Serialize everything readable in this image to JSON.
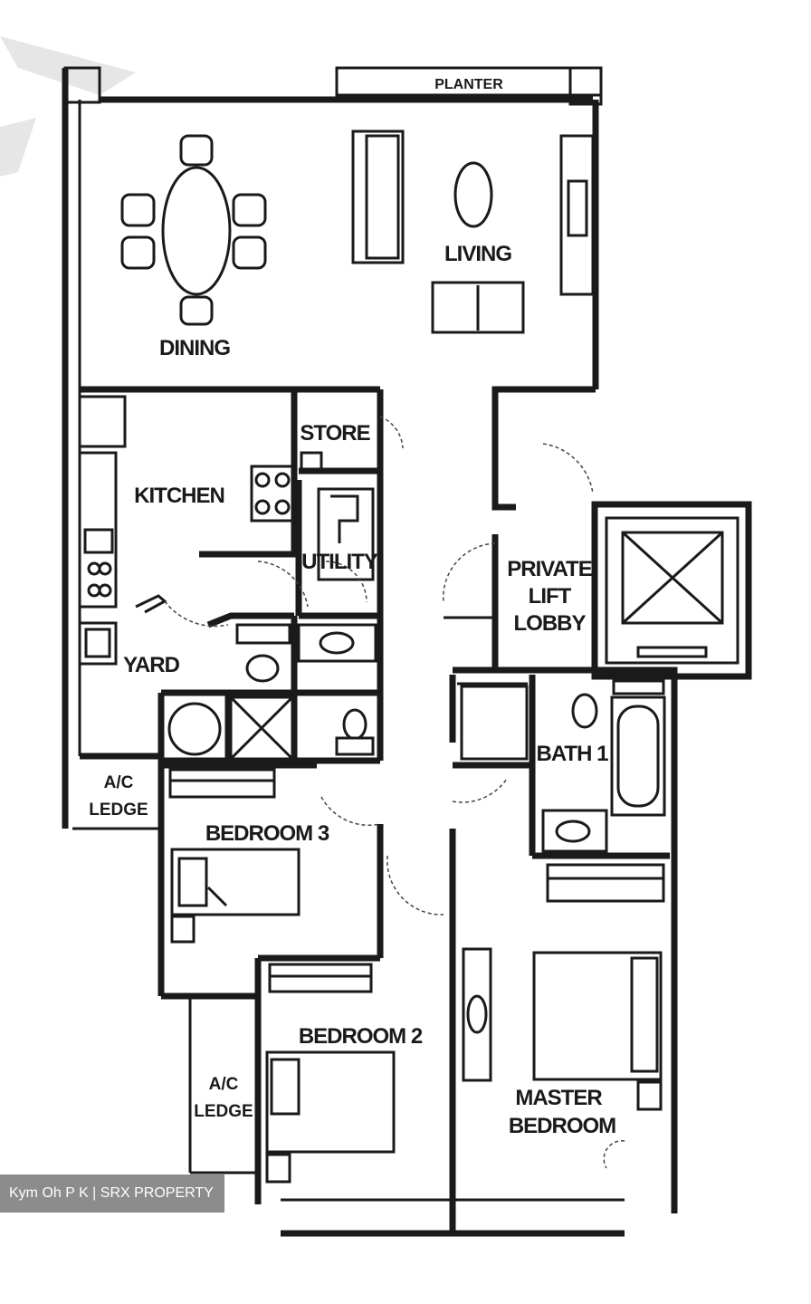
{
  "labels": {
    "planter": "PLANTER",
    "dining": "DINING",
    "living": "LIVING",
    "kitchen": "KITCHEN",
    "store": "STORE",
    "utility": "UTILITY",
    "private": "PRIVATE",
    "lift": "LIFT",
    "lobby": "LOBBY",
    "yard": "YARD",
    "ac": "A/C",
    "ledge": "LEDGE",
    "bath1": "BATH 1",
    "bedroom3": "BEDROOM 3",
    "bedroom2": "BEDROOM 2",
    "master": "MASTER",
    "bedroom": "BEDROOM"
  },
  "watermark": "Kym Oh P K | SRX PROPERTY"
}
